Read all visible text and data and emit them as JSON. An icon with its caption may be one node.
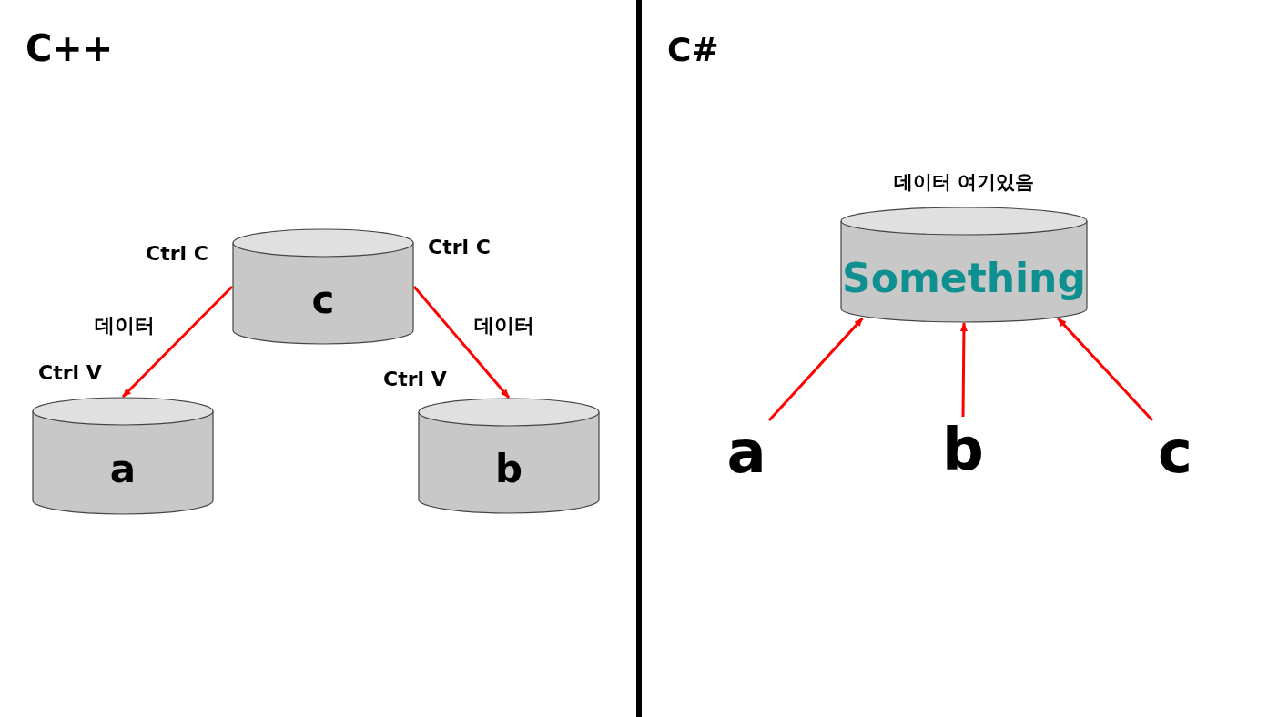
{
  "diagram": {
    "nodes": [
      {
        "text": [
          "c"
        ]
      },
      {
        "text": [
          "a"
        ]
      },
      {
        "text": [
          "b"
        ]
      },
      {
        "text": [
          "Something"
        ],
        "beside": [
          "데이터 여기있음"
        ]
      },
      {
        "text": [
          "a"
        ]
      },
      {
        "text": [
          "b"
        ]
      },
      {
        "text": [
          "c"
        ]
      }
    ],
    "edges": [
      {
        "from": 0,
        "to": 1,
        "arrow": "to"
      },
      {
        "from": 0,
        "to": 2,
        "arrow": "to"
      },
      {
        "from": 4,
        "to": 3,
        "arrow": "to"
      },
      {
        "from": 5,
        "to": 3,
        "arrow": "to"
      },
      {
        "from": 6,
        "to": 3,
        "arrow": "to"
      }
    ],
    "labels": [
      "C++",
      "C#",
      "Ctrl C",
      "Ctrl C",
      "데이터",
      "데이터",
      "Ctrl V",
      "Ctrl V"
    ]
  }
}
